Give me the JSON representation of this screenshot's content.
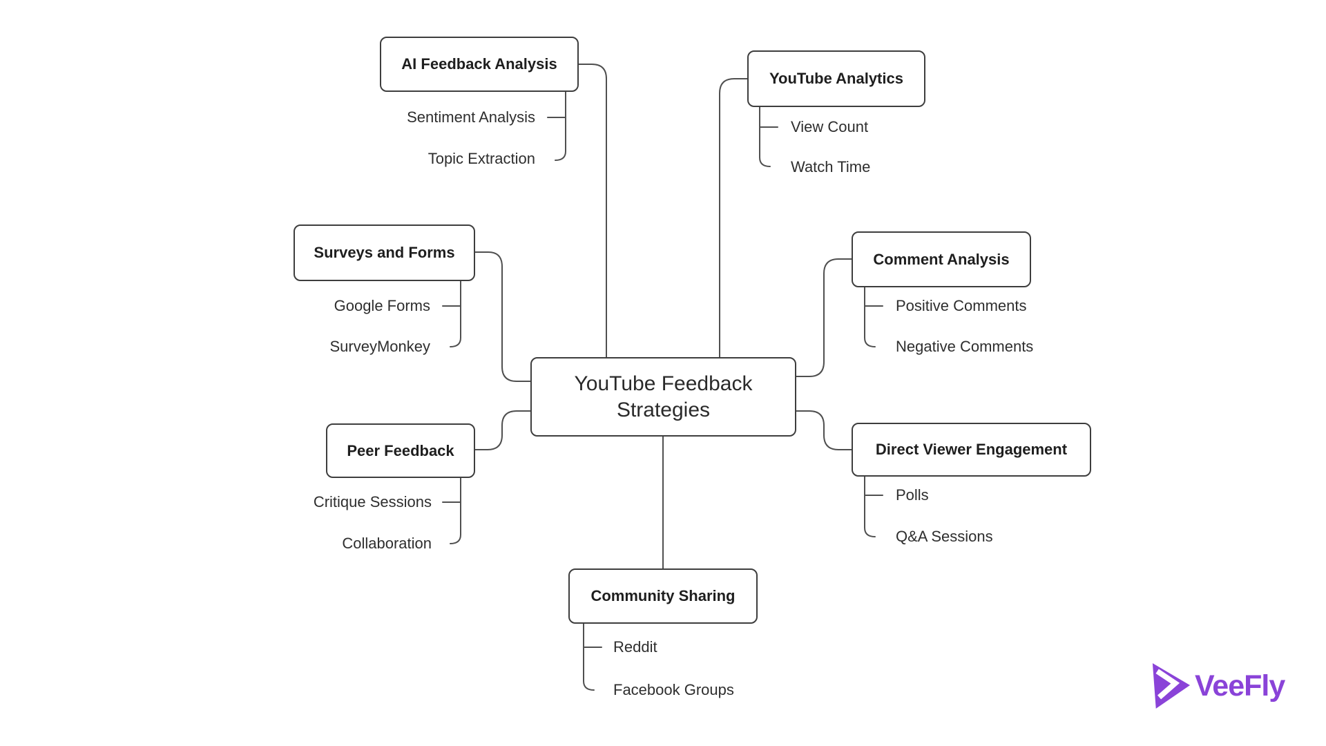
{
  "diagram": {
    "title": "YouTube Feedback Strategies mind map",
    "center": {
      "label": "YouTube Feedback Strategies"
    },
    "branches": [
      {
        "id": "ai-feedback-analysis",
        "label": "AI Feedback Analysis",
        "children": [
          "Sentiment Analysis",
          "Topic Extraction"
        ]
      },
      {
        "id": "youtube-analytics",
        "label": "YouTube Analytics",
        "children": [
          "View Count",
          "Watch Time"
        ]
      },
      {
        "id": "surveys-and-forms",
        "label": "Surveys and Forms",
        "children": [
          "Google Forms",
          "SurveyMonkey"
        ]
      },
      {
        "id": "comment-analysis",
        "label": "Comment Analysis",
        "children": [
          "Positive Comments",
          "Negative Comments"
        ]
      },
      {
        "id": "peer-feedback",
        "label": "Peer Feedback",
        "children": [
          "Critique Sessions",
          "Collaboration"
        ]
      },
      {
        "id": "direct-viewer-engagement",
        "label": "Direct Viewer Engagement",
        "children": [
          "Polls",
          "Q&A Sessions"
        ]
      },
      {
        "id": "community-sharing",
        "label": "Community Sharing",
        "children": [
          "Reddit",
          "Facebook Groups"
        ]
      }
    ]
  },
  "branding": {
    "logo_text": "VeeFly",
    "logo_icon": "veefly-play-icon",
    "brand_color": "#8a43d8"
  },
  "colors": {
    "background": "#ffffff",
    "box_border": "#3d3d3d",
    "connector_line": "#4f4f4f",
    "title_text": "#1e1e1e",
    "leaf_text": "#2e2e2e"
  }
}
